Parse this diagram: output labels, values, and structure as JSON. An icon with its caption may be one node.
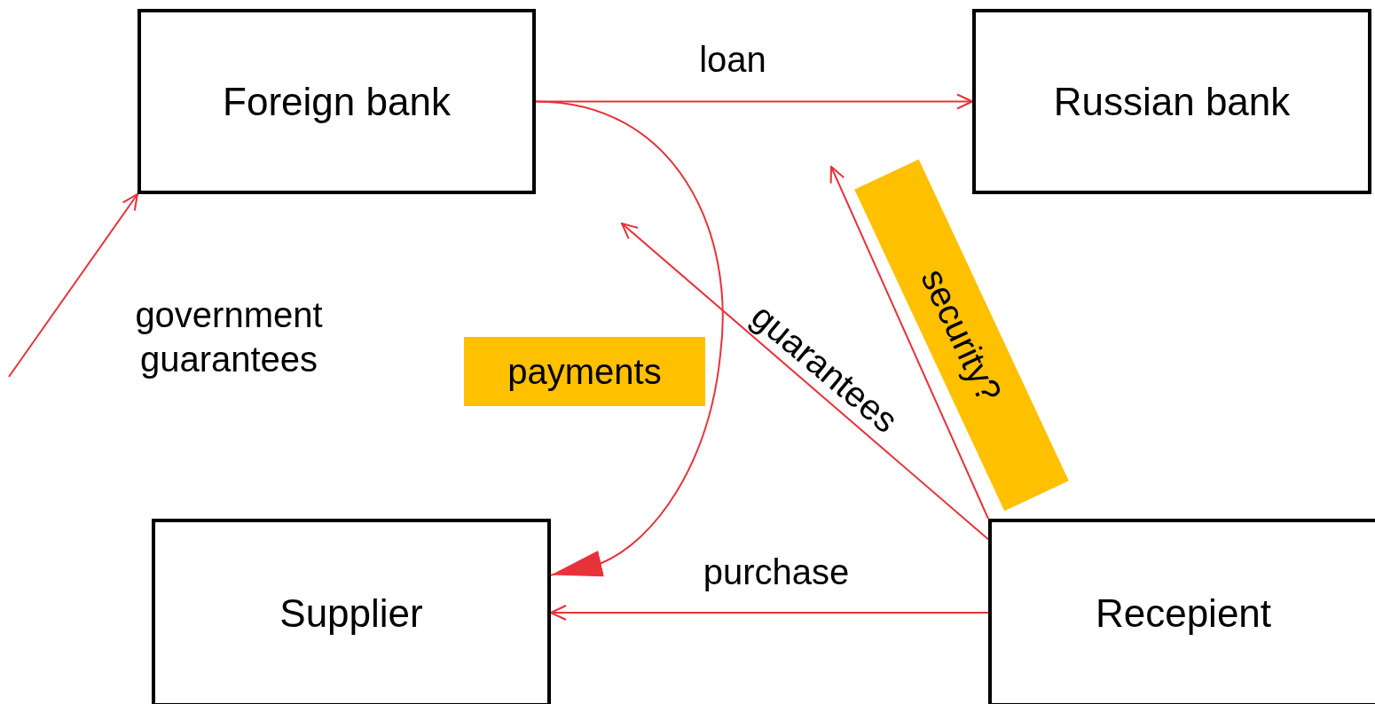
{
  "diagram": {
    "nodes": [
      {
        "text": [
          "Foreign bank"
        ]
      },
      {
        "text": [
          "Russian bank"
        ]
      },
      {
        "text": [
          "Supplier"
        ]
      },
      {
        "text": [
          "Recepient"
        ]
      }
    ],
    "edges": [
      {
        "from": 0,
        "to": 1,
        "arrow": "to",
        "label": "loan",
        "color": "#e8323a"
      },
      {
        "from": 0,
        "to": 2,
        "arrow": "to",
        "label": "payments",
        "color": "#e8323a"
      },
      {
        "from": 3,
        "to": null,
        "arrow": "to",
        "label": "guarantees",
        "color": "#e8323a"
      },
      {
        "from": 3,
        "to": null,
        "arrow": "to",
        "label": "security?",
        "color": "#e8323a"
      },
      {
        "from": 3,
        "to": 2,
        "arrow": "to",
        "label": "purchase",
        "color": "#e8323a"
      },
      {
        "from": null,
        "to": 0,
        "arrow": "to",
        "label": "government guarantees",
        "color": "#e8323a"
      }
    ]
  }
}
